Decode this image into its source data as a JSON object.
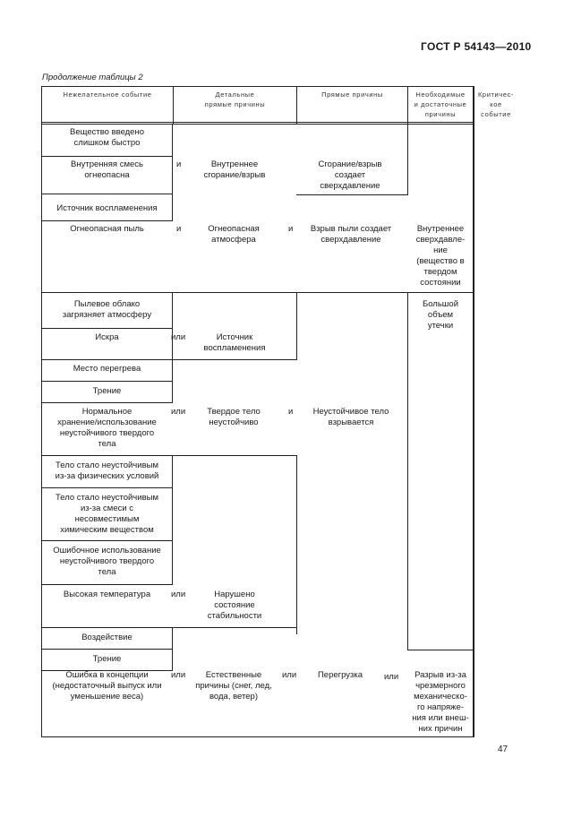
{
  "header": {
    "doc_code": "ГОСТ Р 54143—2010"
  },
  "caption": "Продолжение таблицы 2",
  "columns": [
    "Нежелательное событие",
    "Детальные прямые причины",
    "Прямые причины",
    "Необходимые и достаточные причины",
    "Критическое событие"
  ],
  "col_text": {
    "c2": [
      "Детальные",
      "прямые причины"
    ],
    "c4": [
      "Необходимые",
      "и достаточные",
      "причины"
    ],
    "c5": [
      "Критичес-",
      "кое",
      "событие"
    ]
  },
  "events": {
    "e1": [
      "Вещество введено",
      "слишком быстро"
    ],
    "e2": [
      "Внутренняя смесь",
      "огнеопасна"
    ],
    "e3": [
      "Источник воспламенения"
    ],
    "e4": [
      "Огнеопасная пыль"
    ],
    "e5": [
      "Пылевое облако",
      "загрязняет   атмосферу"
    ],
    "e6": [
      "Искра"
    ],
    "e7": [
      "Место перегрева"
    ],
    "e8": [
      "Трение"
    ],
    "e9": [
      "Нормальное",
      "хранение/использование",
      "неустойчивого твердого",
      "тела"
    ],
    "e10": [
      "Тело стало неустойчивым",
      "из-за физических условий"
    ],
    "e11": [
      "Тело стало неустойчивым",
      "из-за смеси с",
      "несовместимым",
      "химическим веществом"
    ],
    "e12": [
      "Ошибочное использование",
      "неустойчивого твердого",
      "тела"
    ],
    "e13": [
      "Высокая температура"
    ],
    "e14": [
      "Воздействие"
    ],
    "e15": [
      "Трение"
    ],
    "e16": [
      "Ошибка в концепции",
      "(недостаточный выпуск или",
      "уменьшение веса)"
    ]
  },
  "detailed": {
    "d1": [
      "Внутреннее",
      "сгорание/взрыв"
    ],
    "d2": [
      "Огнеопасная",
      "атмосфера"
    ],
    "d3": [
      "Источник",
      "воспламенения"
    ],
    "d4": [
      "Твердое тело",
      "неустойчиво"
    ],
    "d5": [
      "Нарушено",
      "состояние",
      "стабильности"
    ],
    "d6": [
      "Естественные",
      "причины (снег, лед,",
      "вода, ветер)"
    ]
  },
  "direct": {
    "p1": [
      "Сгорание/взрыв",
      "создает",
      "сверхдавление"
    ],
    "p2": [
      "Взрыв пыли создает",
      "сверхдавление"
    ],
    "p3": [
      "Неустойчивое тело",
      "взрывается"
    ],
    "p4": [
      "Перегрузка"
    ]
  },
  "necessary": {
    "n1": [
      "Внутреннее",
      "сверхдавле-",
      "ние",
      "(вещество в",
      "твердом",
      "состоянии"
    ],
    "n2": [
      "Большой",
      "объем",
      "утечки"
    ],
    "n3": [
      "Разрыв из-за",
      "чрезмерного",
      "механическо-",
      "го напряже-",
      "ния или внеш-",
      "них причин"
    ]
  },
  "connectors": {
    "and": "и",
    "or": "или"
  },
  "page_number": "47"
}
